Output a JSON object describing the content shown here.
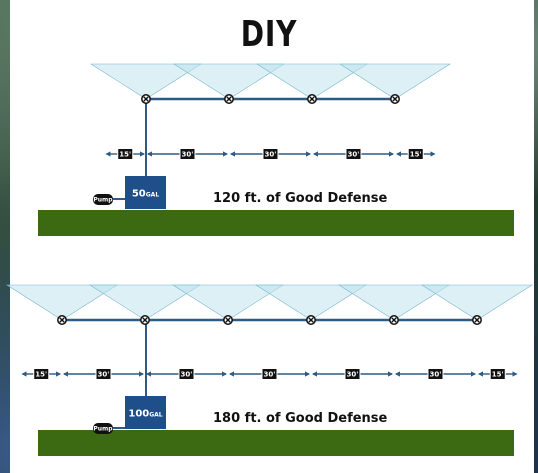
{
  "title": "DIY",
  "colors": {
    "pipe": "#2e5b85",
    "spray": "#bfe3ef",
    "ground": "#3b6a12",
    "tank": "#1f4f8a",
    "label_box": "#111111"
  },
  "systems": [
    {
      "tank_number": "50",
      "tank_unit": "GAL",
      "pump_label": "Pump",
      "defense_text": "120 ft. of Good Defense",
      "segments": [
        "15'",
        "30'",
        "30'",
        "30'",
        "15'"
      ],
      "sprinkler_count": 4
    },
    {
      "tank_number": "100",
      "tank_unit": "GAL",
      "pump_label": "Pump",
      "defense_text": "180 ft. of Good Defense",
      "segments": [
        "15'",
        "30'",
        "30'",
        "30'",
        "30'",
        "30'",
        "15'"
      ],
      "sprinkler_count": 6
    }
  ]
}
